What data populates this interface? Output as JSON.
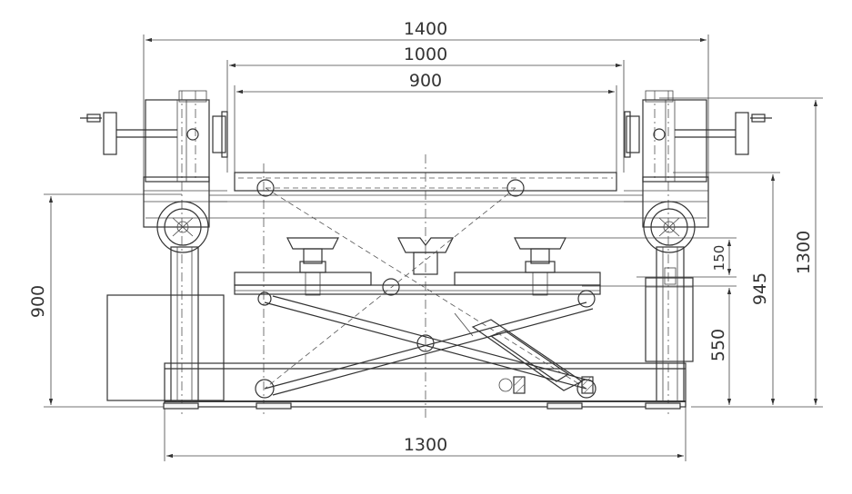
{
  "dimensions": {
    "width_1400": "1400",
    "width_1000": "1000",
    "width_900": "900",
    "width_1300": "1300",
    "height_900": "900",
    "height_945": "945",
    "height_1300": "1300",
    "offset_150": "150",
    "height_550": "550"
  },
  "colors": {
    "line": "#333333",
    "background": "#ffffff"
  }
}
